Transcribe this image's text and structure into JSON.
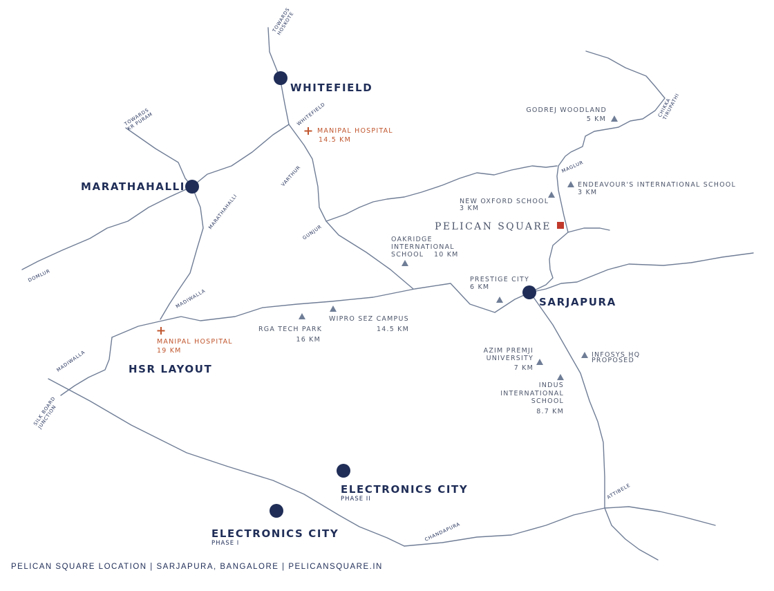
{
  "hubs": {
    "whitefield": {
      "name": "WHITEFIELD"
    },
    "marathahalli": {
      "name": "MARATHAHALLI"
    },
    "sarjapura": {
      "name": "SARJAPURA"
    },
    "hsr_layout": {
      "name": "HSR LAYOUT"
    },
    "electronics_city_phase2": {
      "name": "ELECTRONICS CITY",
      "sub": "PHASE II"
    },
    "electronics_city_phase1": {
      "name": "ELECTRONICS CITY",
      "sub": "PHASE I"
    }
  },
  "road_labels": {
    "towards_hoskote": [
      "TOWARDS",
      "HOSKOTE"
    ],
    "towards_kr_puram": [
      "TOWARDS",
      "KR PURAM"
    ],
    "whitefield": "WHITEFIELD",
    "varthur": "VARTHUR",
    "gunjur": "GUNJUR",
    "marathahalli": "MARATHAHALLI",
    "domlur": "DOMLUR",
    "madiwalla_upper": "MADIWALLA",
    "madiwalla_lower": "MADIWALLA",
    "silk_board": [
      "SILK BOARD",
      "JUNCTION"
    ],
    "chikka_tirupathi": [
      "CHIKKA",
      "TIRUPATHI"
    ],
    "maglur": "MAGLUR",
    "attibele": "ATTIBELE",
    "chandapura": "CHANDAPURA"
  },
  "landmarks": {
    "pelican_square": "PELICAN SQUARE",
    "godrej_woodland": {
      "name": "GODREJ WOODLAND",
      "distance": "5 KM"
    },
    "new_oxford_school": {
      "name": "NEW OXFORD SCHOOL",
      "distance": "3 KM"
    },
    "endeavours_school": {
      "name": "ENDEAVOUR'S  INTERNATIONAL SCHOOL",
      "distance": "3 KM"
    },
    "oakridge_school": {
      "lines": [
        "OAKRIDGE",
        "INTERNATIONAL",
        "SCHOOL"
      ],
      "distance": "10 KM"
    },
    "prestige_city": {
      "name": "PRESTIGE CITY",
      "distance": "6 KM"
    },
    "rga_tech_park": {
      "name": "RGA TECH PARK",
      "distance": "16 KM"
    },
    "wipro_sez": {
      "name": "WIPRO SEZ CAMPUS",
      "distance": "14.5 KM"
    },
    "azim_premji": {
      "lines": [
        "AZIM PREMJI",
        "UNIVERSITY"
      ],
      "distance": "7 KM"
    },
    "infosys_hq": {
      "lines": [
        "INFOSYS HQ",
        "PROPOSED"
      ]
    },
    "indus_school": {
      "lines": [
        "INDUS",
        "INTERNATIONAL",
        "SCHOOL"
      ],
      "distance": "8.7 KM"
    }
  },
  "hospitals": {
    "manipal_whitefield": {
      "name": "MANIPAL HOSPITAL",
      "distance": "14.5 KM"
    },
    "manipal_hsr": {
      "name": "MANIPAL HOSPITAL",
      "distance": "19 KM"
    }
  },
  "footer": "PELICAN SQUARE LOCATION | SARJAPURA, BANGALORE | PELICANSQUARE.IN",
  "colors": {
    "road": "#6f7d96",
    "hub": "#1f2d57",
    "hospital": "#c0552d",
    "pelican_marker": "#c0392b"
  }
}
